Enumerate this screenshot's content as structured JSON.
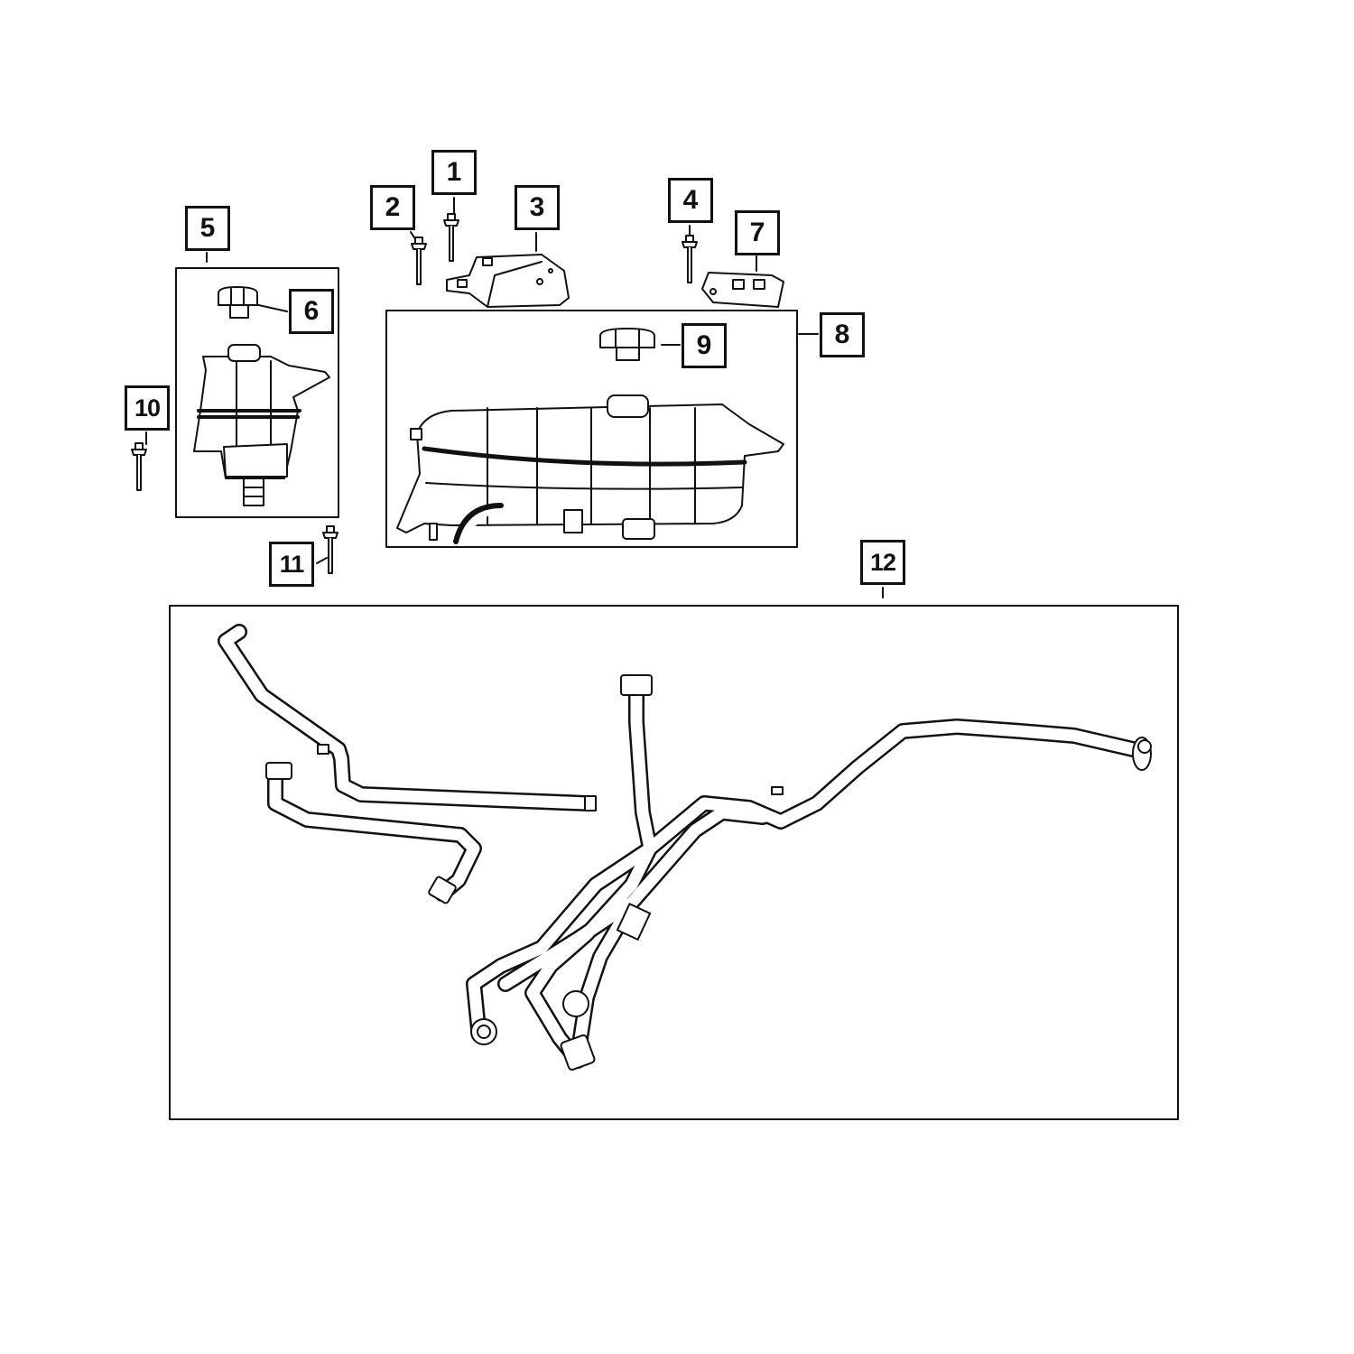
{
  "diagram": {
    "title": "Coolant recovery tank and hoses exploded parts diagram",
    "callouts": {
      "c1": "1",
      "c2": "2",
      "c3": "3",
      "c4": "4",
      "c5": "5",
      "c6": "6",
      "c7": "7",
      "c8": "8",
      "c9": "9",
      "c10": "10",
      "c11": "11",
      "c12": "12"
    },
    "colors": {
      "line": "#111111",
      "background": "#ffffff"
    }
  }
}
